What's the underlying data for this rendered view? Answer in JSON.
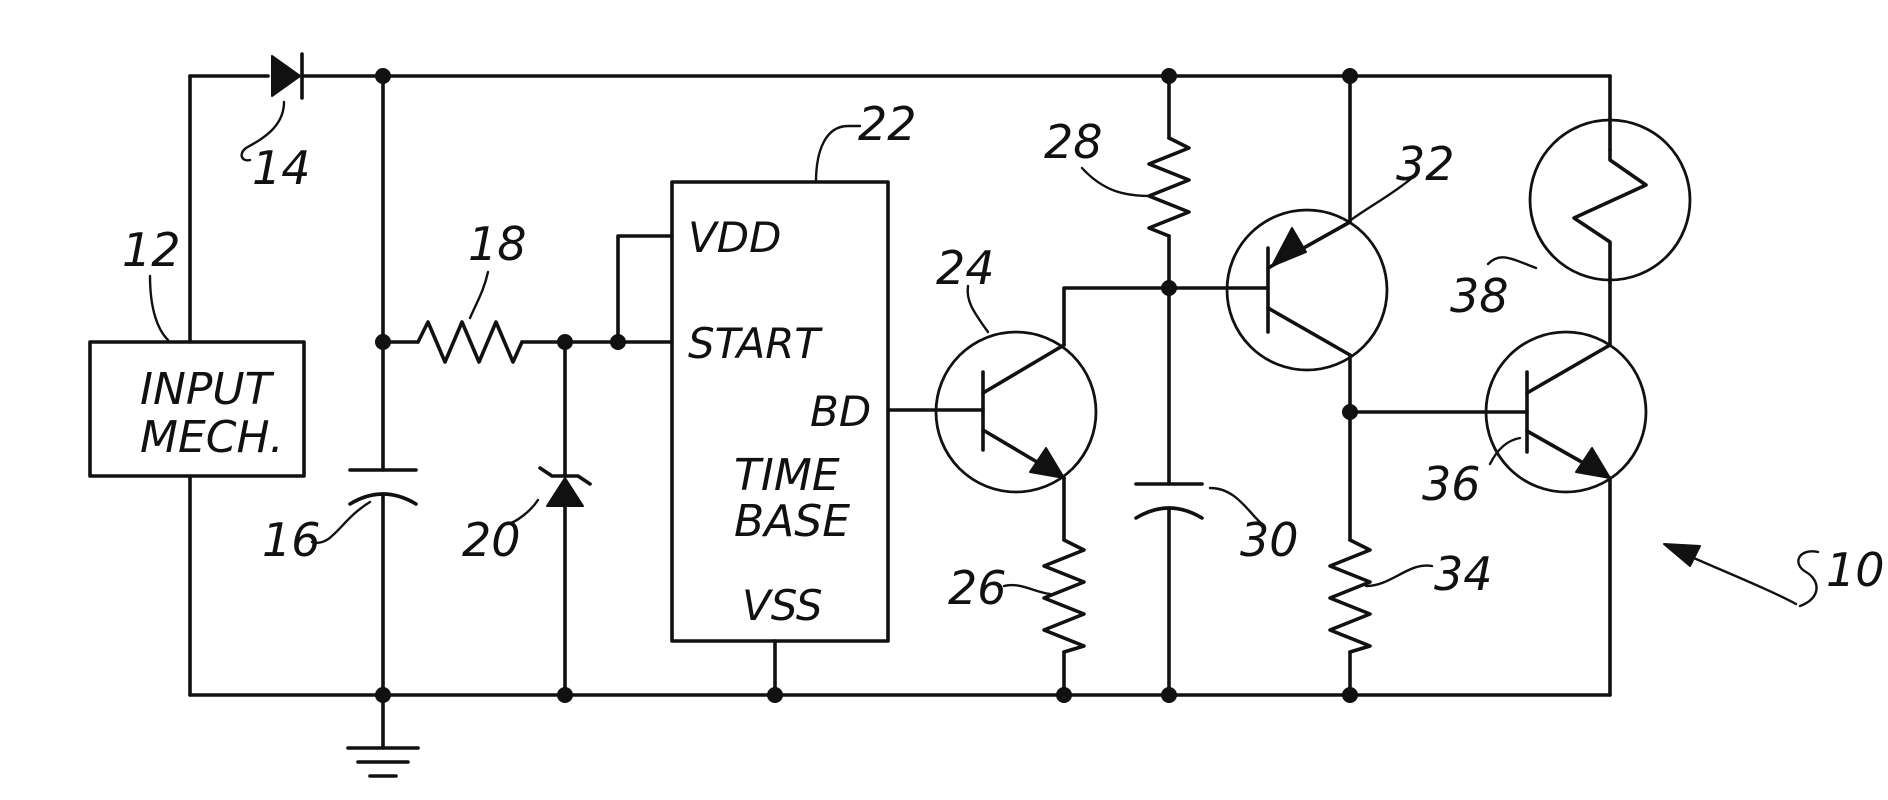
{
  "references": {
    "input_mechanism": "12",
    "diode": "14",
    "capacitor_16": "16",
    "resistor_18": "18",
    "zener": "20",
    "time_base": "22",
    "transistor_24": "24",
    "resistor_26": "26",
    "resistor_28": "28",
    "capacitor_30": "30",
    "transistor_32": "32",
    "resistor_34": "34",
    "transistor_36": "36",
    "lamp": "38",
    "circuit": "10"
  },
  "input_mech": {
    "line1": "INPUT",
    "line2": "MECH."
  },
  "time_base_block": {
    "pin_vdd": "VDD",
    "pin_start": "START",
    "pin_bd": "BD",
    "line1": "TIME",
    "line2": "BASE",
    "pin_vss": "VSS"
  }
}
